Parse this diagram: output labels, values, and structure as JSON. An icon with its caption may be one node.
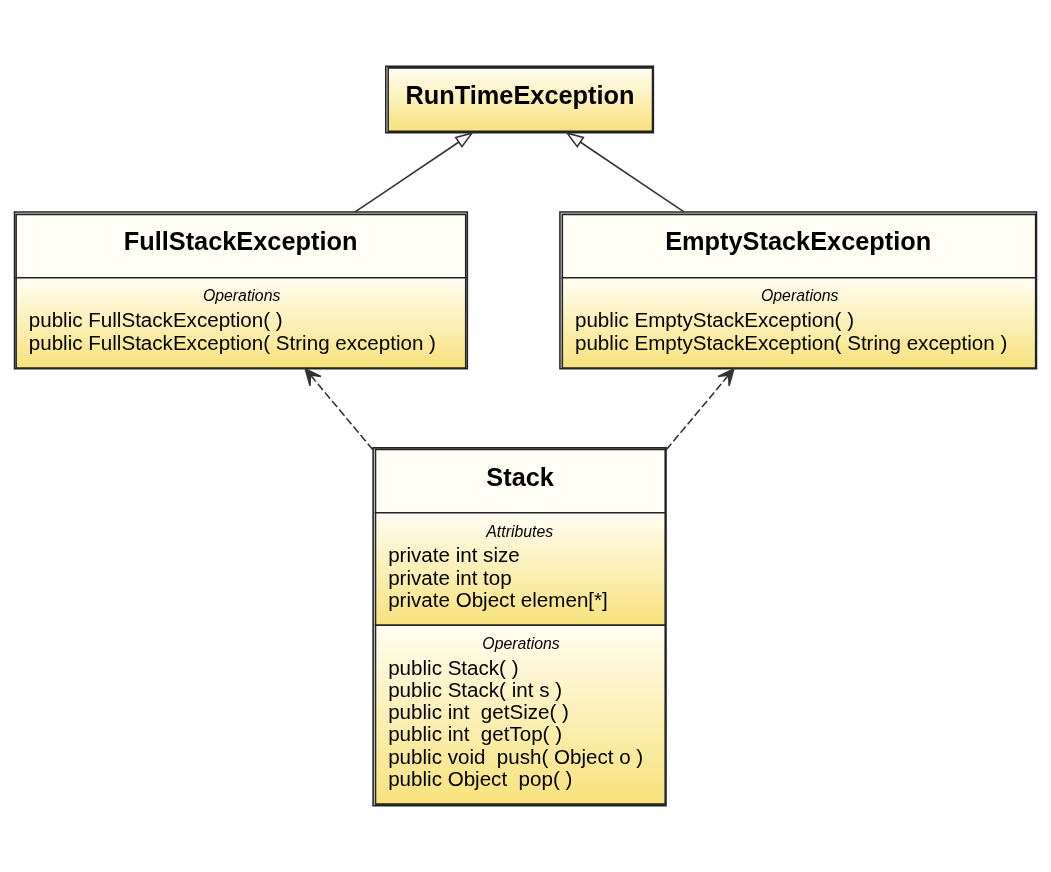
{
  "diagram": {
    "nodes": [
      {
        "text": [
          "RunTimeException"
        ]
      },
      {
        "text": [
          "FullStackException",
          "Operations",
          "public FullStackException( )",
          "public FullStackException( String exception )"
        ]
      },
      {
        "text": [
          "EmptyStackException",
          "Operations",
          "public EmptyStackException( )",
          "public EmptyStackException( String exception )"
        ]
      },
      {
        "text": [
          "Stack",
          "Attributes",
          "private int size",
          "private int top",
          "private Object elemen[*]",
          "Operations",
          "public Stack( )",
          "public Stack( int s )",
          "public int  getSize( )",
          "public int  getTop( )",
          "public void  push( Object o )",
          "public Object  pop( )"
        ]
      }
    ],
    "edges": [
      {
        "from": 1,
        "to": 0,
        "arrow": "to"
      },
      {
        "from": 2,
        "to": 0,
        "arrow": "to"
      },
      {
        "from": 3,
        "to": 1,
        "arrow": "to",
        "style": "dashed"
      },
      {
        "from": 3,
        "to": 2,
        "arrow": "to",
        "style": "dashed"
      }
    ]
  }
}
